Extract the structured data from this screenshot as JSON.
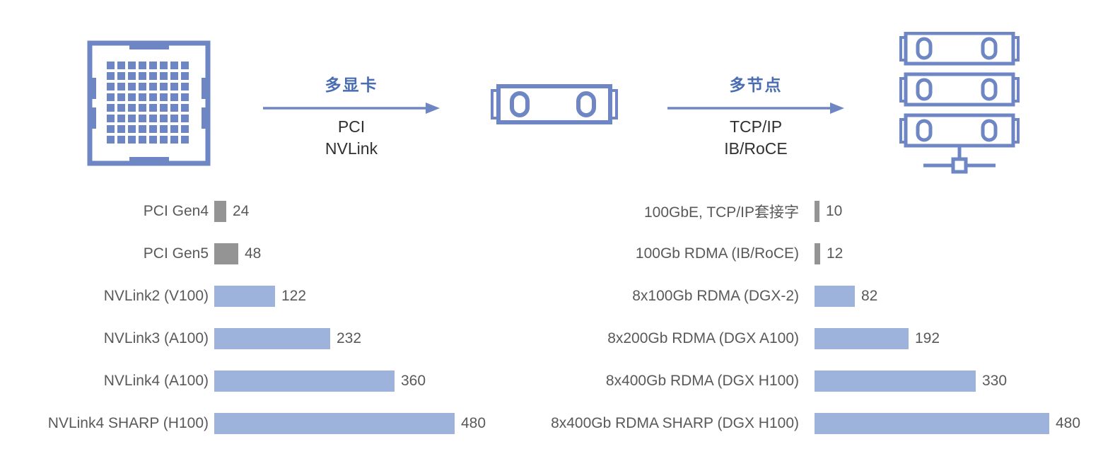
{
  "colors": {
    "accent_blue": "#6e86c3",
    "text_blue": "#4a6cb3",
    "bar_blue": "#9db3dc",
    "bar_gray": "#949494",
    "label_gray": "#595959",
    "dark_text": "#303030"
  },
  "icons": {
    "left": "gpu-chip-icon",
    "middle": "server-node-icon",
    "right": "server-rack-cluster-icon"
  },
  "diagram": {
    "step1": {
      "title": "多显卡",
      "protocols": [
        "PCI",
        "NVLink"
      ]
    },
    "step2": {
      "title": "多节点",
      "protocols": [
        "TCP/IP",
        "IB/RoCE"
      ]
    }
  },
  "chart_data": [
    {
      "type": "bar",
      "orientation": "horizontal",
      "title": "",
      "categories": [
        "PCI Gen4",
        "PCI Gen5",
        "NVLink2 (V100)",
        "NVLink3 (A100)",
        "NVLink4 (A100)",
        "NVLink4 SHARP (H100)"
      ],
      "values": [
        24,
        48,
        122,
        232,
        360,
        480
      ],
      "bar_colors": [
        "#949494",
        "#949494",
        "#9db3dc",
        "#9db3dc",
        "#9db3dc",
        "#9db3dc"
      ],
      "xlim": [
        0,
        480
      ],
      "value_labels": true,
      "grid": false,
      "legend": false
    },
    {
      "type": "bar",
      "orientation": "horizontal",
      "title": "",
      "categories": [
        "100GbE, TCP/IP套接字",
        "100Gb RDMA (IB/RoCE)",
        "8x100Gb RDMA (DGX-2)",
        "8x200Gb RDMA (DGX A100)",
        "8x400Gb RDMA (DGX H100)",
        "8x400Gb RDMA SHARP (DGX H100)"
      ],
      "values": [
        10,
        12,
        82,
        192,
        330,
        480
      ],
      "bar_colors": [
        "#949494",
        "#949494",
        "#9db3dc",
        "#9db3dc",
        "#9db3dc",
        "#9db3dc"
      ],
      "xlim": [
        0,
        480
      ],
      "value_labels": true,
      "grid": false,
      "legend": false
    }
  ]
}
